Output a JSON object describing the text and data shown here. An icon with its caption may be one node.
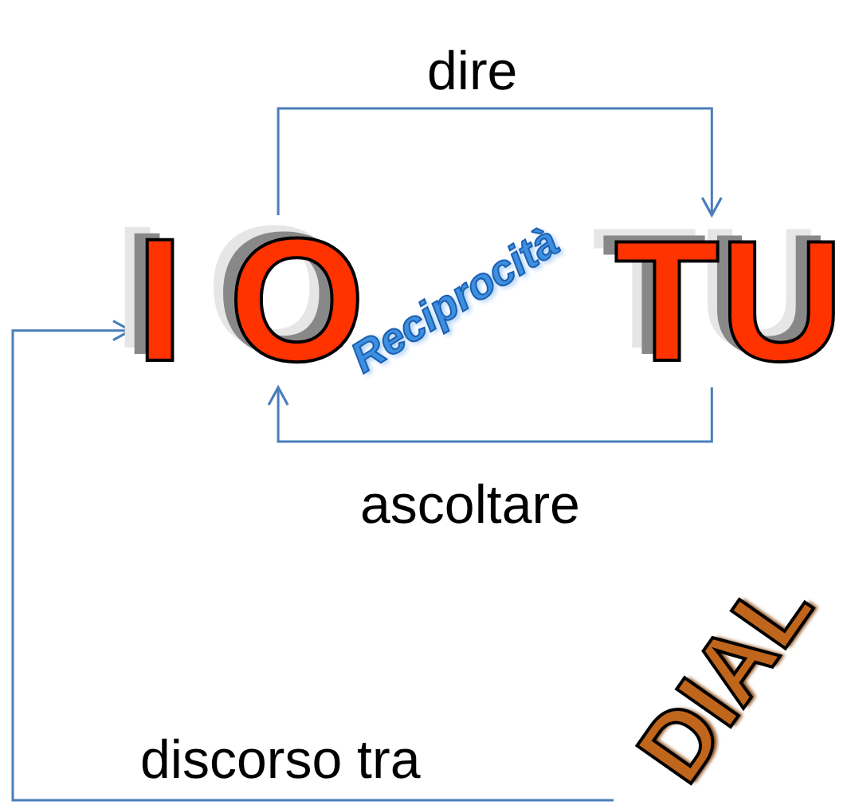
{
  "diagram": {
    "nodes": [
      {
        "text": [
          "IO"
        ]
      },
      {
        "text": [
          "TU"
        ]
      },
      {
        "text": [
          "DIAL"
        ]
      }
    ],
    "edges": [
      {
        "from": 0,
        "to": 1,
        "arrow": "to",
        "label": "dire"
      },
      {
        "from": 1,
        "to": 0,
        "arrow": "to",
        "label": "ascoltare"
      },
      {
        "from": 2,
        "to": 0,
        "arrow": "to",
        "label": "discorso tra"
      }
    ],
    "labels": [
      "Reciprocità"
    ]
  }
}
